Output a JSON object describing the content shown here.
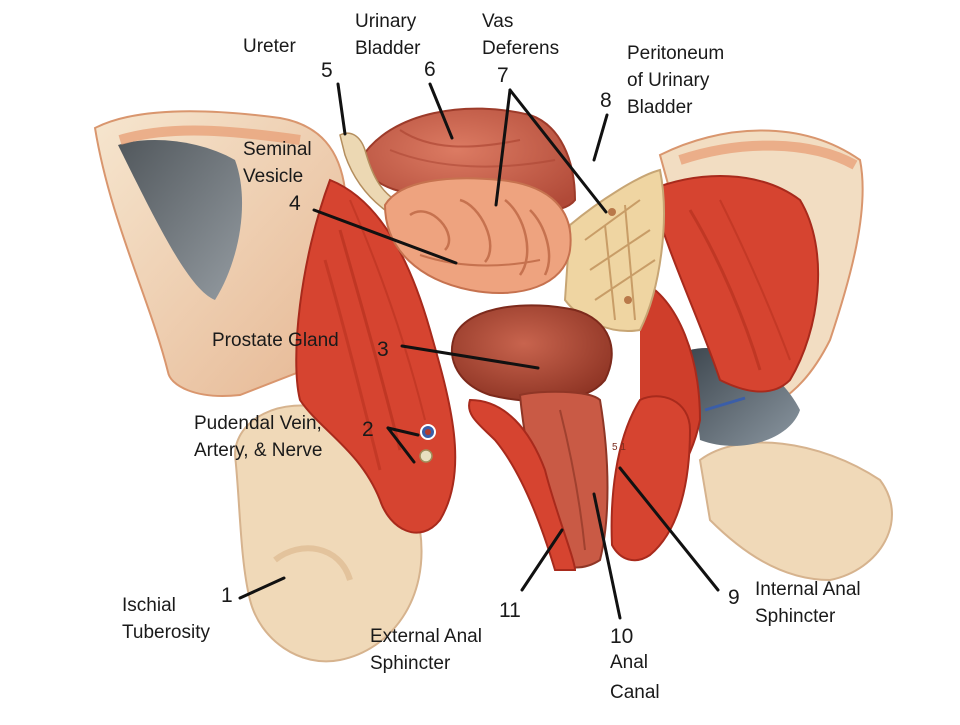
{
  "labels": {
    "ureter": "Ureter",
    "urinary_bladder": [
      "Urinary",
      "Bladder"
    ],
    "vas_deferens": [
      "Vas",
      "Deferens"
    ],
    "peritoneum": [
      "Peritoneum",
      "of Urinary",
      "Bladder"
    ],
    "seminal_vesicle": [
      "Seminal",
      "Vesicle"
    ],
    "prostate_gland": "Prostate Gland",
    "pudendal": [
      "Pudendal Vein,",
      "Artery, & Nerve"
    ],
    "ischial_tuberosity": [
      "Ischial",
      "Tuberosity"
    ],
    "external_anal_sphincter": [
      "External Anal",
      "Sphincter"
    ],
    "anal_canal": [
      "Anal",
      "Canal"
    ],
    "internal_anal_sphincter": [
      "Internal Anal",
      "Sphincter"
    ]
  },
  "numbers": {
    "n1": "1",
    "n2": "2",
    "n3": "3",
    "n4": "4",
    "n5": "5",
    "n6": "6",
    "n7": "7",
    "n8": "8",
    "n9": "9",
    "n10": "10",
    "n11": "11"
  },
  "model_marking": "5 1",
  "colors": {
    "muscle": "#d4412c",
    "muscle_dark": "#a82a1c",
    "bone": "#f2dcc0",
    "bone_edge": "#e3a07a",
    "cavity": "#5e6a74",
    "bladder": "#c85a45",
    "vesicle": "#eea37f",
    "prostate": "#b24a38",
    "peritoneum": "#efd5a2",
    "leader": "#111111"
  }
}
